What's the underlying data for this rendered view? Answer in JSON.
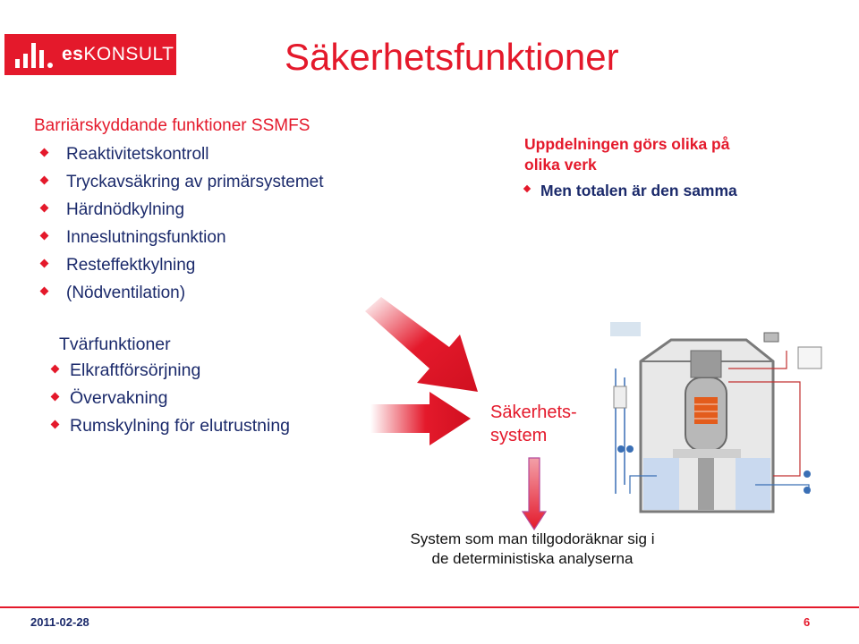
{
  "logo": {
    "text_bold": "es",
    "text_rest": "KONSULT"
  },
  "title": "Säkerhetsfunktioner",
  "barrier": {
    "heading": "Barriärskyddande funktioner SSMFS",
    "items": [
      "Reaktivitetskontroll",
      "Tryckavsäkring av primärsystemet",
      "Härdnödkylning",
      "Inneslutningsfunktion",
      "Resteffektkylning",
      "(Nödventilation)"
    ]
  },
  "note": {
    "heading_line1": "Uppdelningen görs olika på",
    "heading_line2": "olika verk",
    "items": [
      "Men totalen är den samma"
    ]
  },
  "cross": {
    "heading": "Tvärfunktioner",
    "items": [
      "Elkraftförsörjning",
      "Övervakning",
      "Rumskylning för elutrustning"
    ]
  },
  "result": {
    "line1": "Säkerhets-",
    "line2": "system"
  },
  "footnote": {
    "line1": "System som man tillgodoräknar sig i",
    "line2": "de deterministiska analyserna"
  },
  "footer": {
    "date": "2011-02-28",
    "page": "6"
  },
  "colors": {
    "accent": "#e4192b",
    "text": "#1b2a6b"
  },
  "icons": [
    "es-logo-bars-icon",
    "diamond-bullet-icon",
    "arrow-diagonal-icon",
    "arrow-right-icon",
    "arrow-down-icon",
    "reactor-diagram"
  ]
}
